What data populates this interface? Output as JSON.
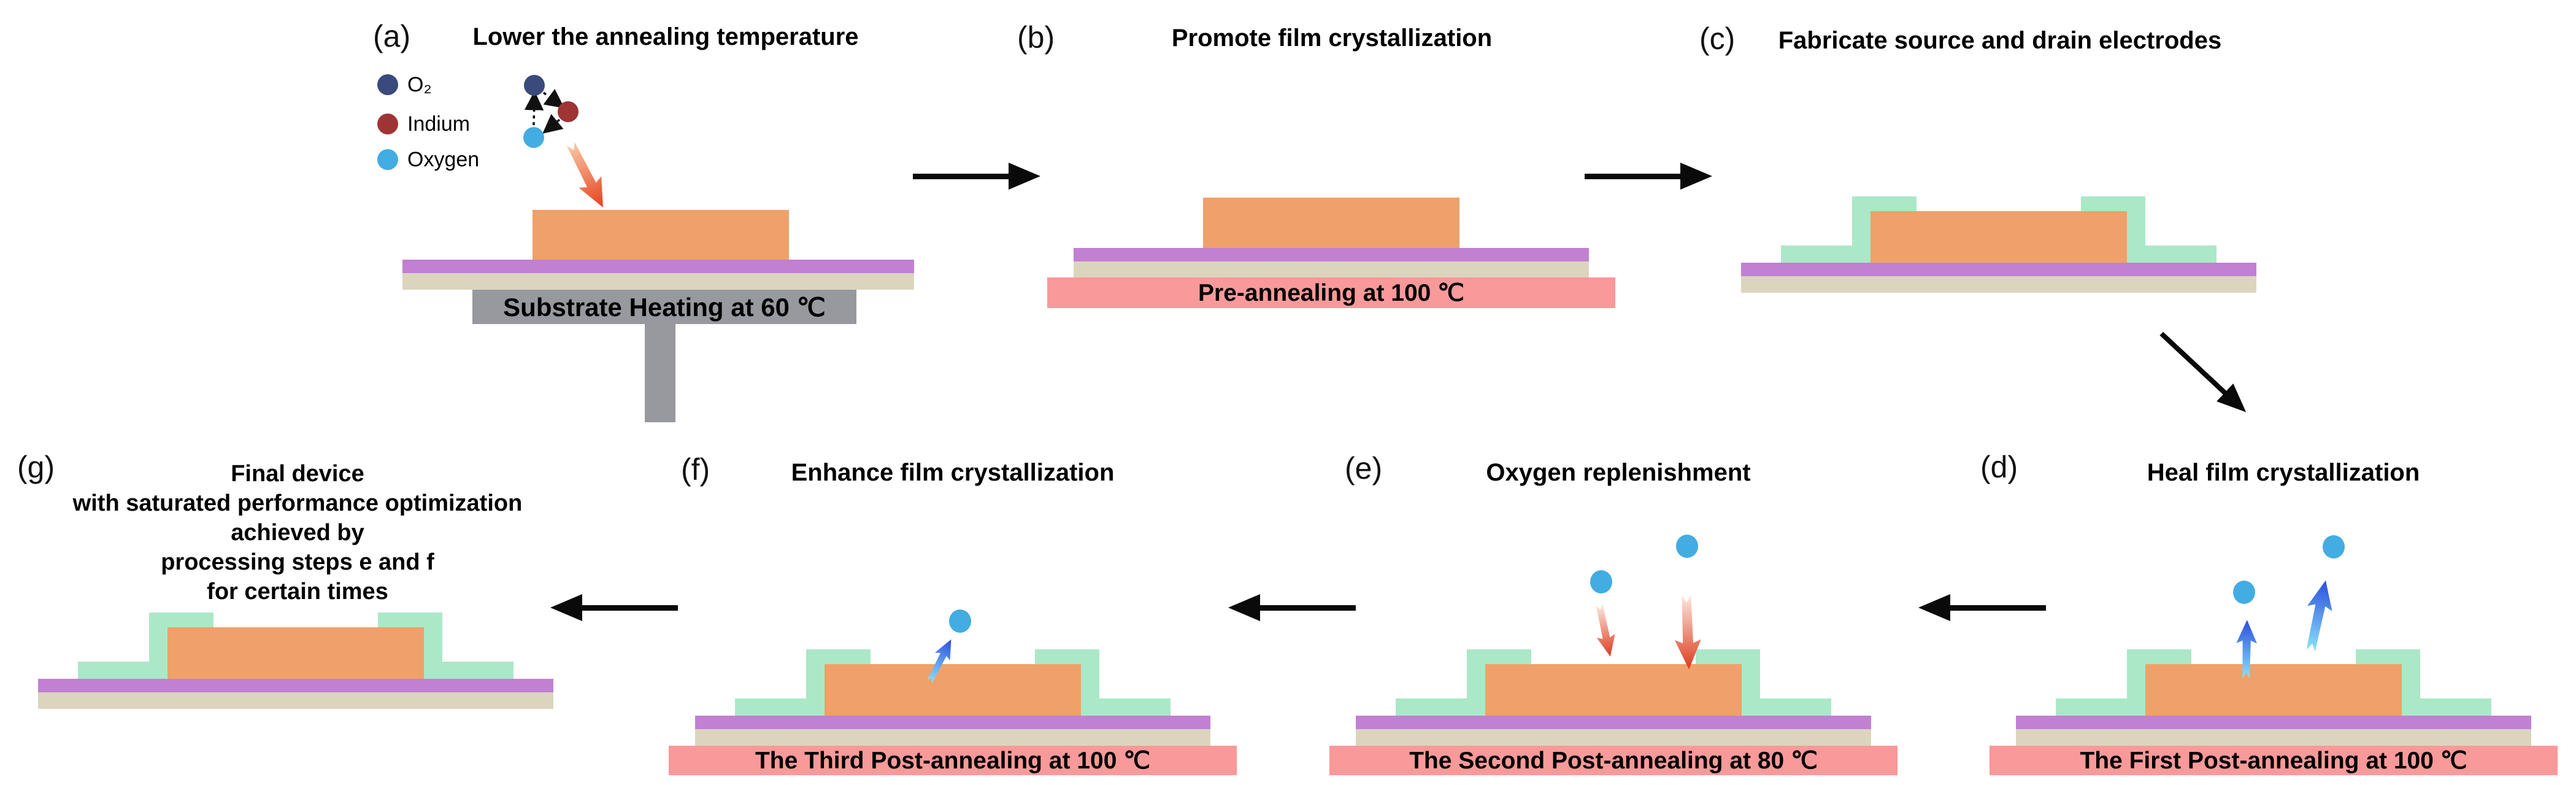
{
  "figure": {
    "description": "Seven-step thin-film transistor fabrication and annealing process flow",
    "background": "#ffffff"
  },
  "colors": {
    "film": "#EFA169",
    "gate": "#C180D2",
    "substrate": "#DCD5BE",
    "electrode": "#ABE8C8",
    "hotplate_pink": "#F9999A",
    "hotplate_gray": "#98999F",
    "o2": "#3A4A7C",
    "indium": "#9E3434",
    "oxygen": "#43ACE2",
    "ink": "#0A0A0A",
    "heat_tail": "#F8C9A4",
    "heat_tip": "#E7401D",
    "inflow_tail": "#FCE9E0",
    "inflow_tip": "#DD3B1D",
    "cool_tail": "#8BE2F8",
    "cool_tip": "#2A4FDE"
  },
  "panels": {
    "a": {
      "label": "(a)",
      "title": "Lower the annealing temperature",
      "plate_text": "Substrate Heating at 60 ℃",
      "legend_labels": [
        "O₂",
        "Indium",
        "Oxygen"
      ]
    },
    "b": {
      "label": "(b)",
      "title": "Promote film crystallization",
      "plate_text": "Pre-annealing at 100 ℃"
    },
    "c": {
      "label": "(c)",
      "title": "Fabricate source and drain electrodes"
    },
    "d": {
      "label": "(d)",
      "title": "Heal film crystallization",
      "plate_text": "The First Post-annealing at 100 ℃"
    },
    "e": {
      "label": "(e)",
      "title": "Oxygen replenishment",
      "plate_text": "The Second Post-annealing at 80 ℃"
    },
    "f": {
      "label": "(f)",
      "title": "Enhance film crystallization",
      "plate_text": "The Third Post-annealing at 100 ℃"
    },
    "g": {
      "label": "(g)",
      "title_lines": [
        "Final device",
        "with saturated performance optimization",
        "achieved by",
        "processing steps e and f",
        "for certain times"
      ]
    }
  }
}
